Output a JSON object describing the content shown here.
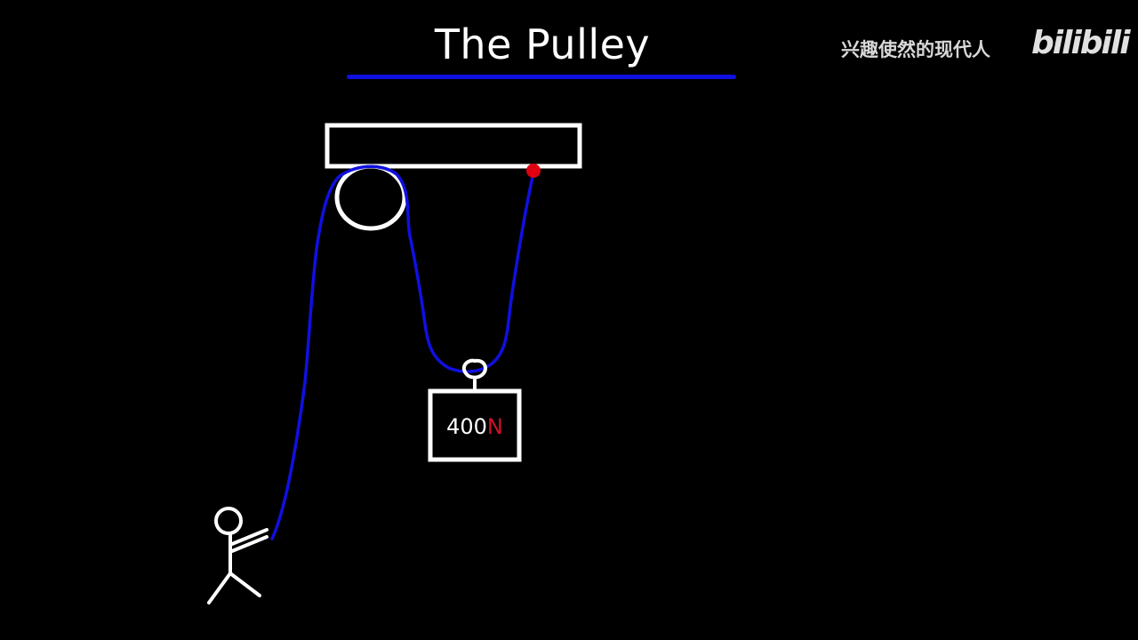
{
  "title": "The Pulley",
  "watermark": {
    "channel": "兴趣使然的现代人",
    "logo": "bilibili"
  },
  "weight": {
    "value": "400",
    "unit": "N"
  },
  "colors": {
    "background": "#000000",
    "outline": "#ffffff",
    "rope": "#1010e0",
    "anchor": "#e00010",
    "unit": "#d0102a"
  }
}
